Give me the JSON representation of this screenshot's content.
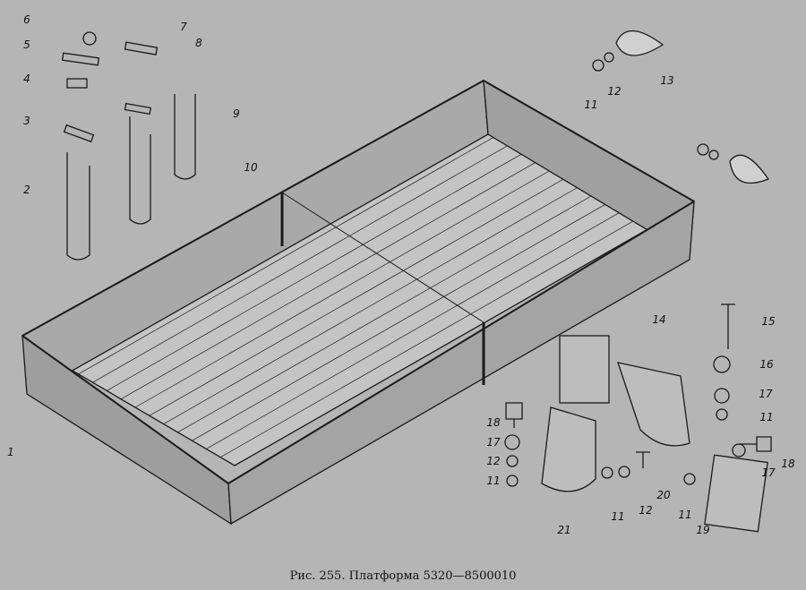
{
  "caption": "Рис. 255. Платформа 5320—8500010",
  "labels": [
    "6",
    "5",
    "4",
    "3",
    "2",
    "7",
    "8",
    "9",
    "10",
    "1",
    "11",
    "12",
    "13",
    "14",
    "15",
    "16",
    "17",
    "11",
    "18",
    "17",
    "19",
    "11",
    "20",
    "12",
    "11",
    "21",
    "18",
    "17",
    "12",
    "11"
  ]
}
